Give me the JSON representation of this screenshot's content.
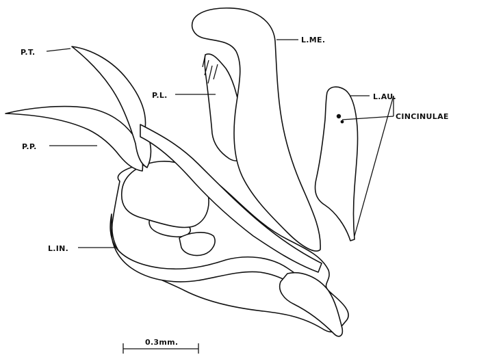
{
  "diagram": {
    "labels": {
      "pt": "P.T.",
      "pp": "P.P.",
      "pl": "P.L.",
      "lme": "L.ME.",
      "lau": "L.AU.",
      "cincinulae": "CINCINULAE",
      "lin": "L.IN."
    },
    "scale_bar": "0.3mm.",
    "colors": {
      "ink": "#111111",
      "paper": "#ffffff"
    }
  }
}
